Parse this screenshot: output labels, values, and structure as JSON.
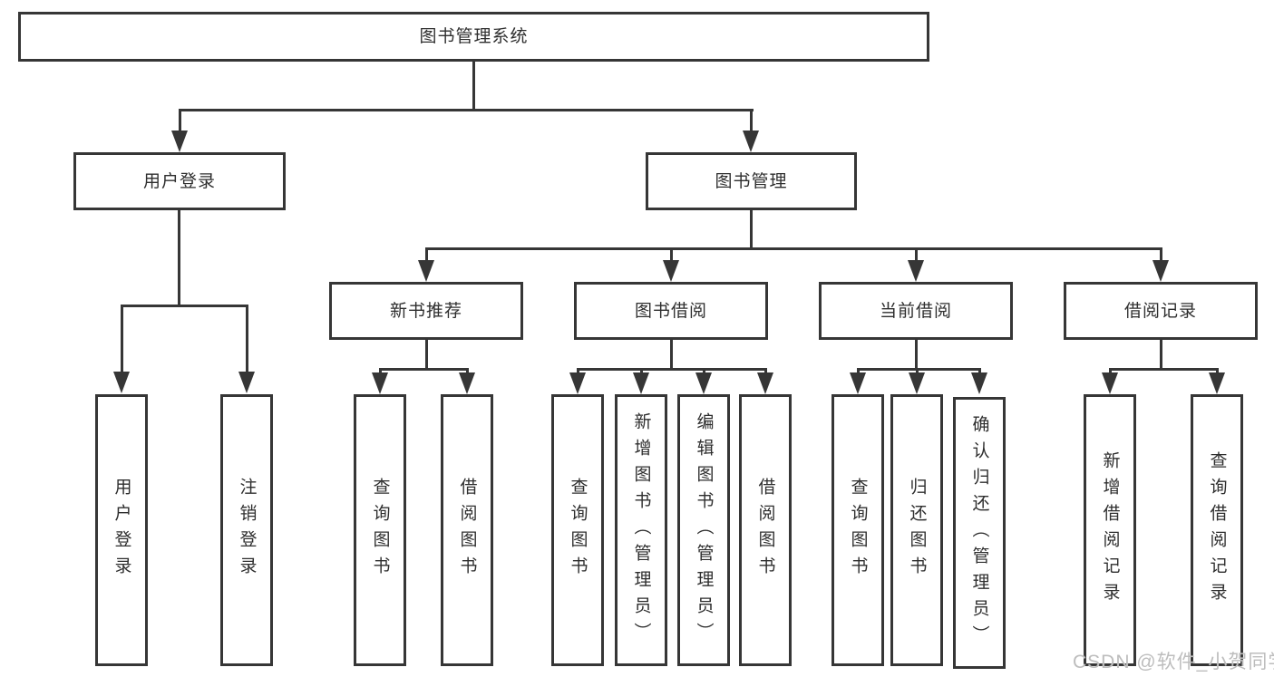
{
  "watermark": "CSDN @软件_小贺同学",
  "colors": {
    "line": "#363636",
    "text": "#2e2e2e",
    "box_bg": "#ffffff",
    "page_bg": "#ffffff",
    "watermark": "#bdbdbd"
  },
  "nodes": {
    "root": "图书管理系统",
    "login": "用户登录",
    "mgmt": "图书管理",
    "newbook": "新书推荐",
    "borrow": "图书借阅",
    "current": "当前借阅",
    "records": "借阅记录",
    "leaf_user_login": "用户登录",
    "leaf_logout": "注销登录",
    "leaf_query_books_newbook": "查询图书",
    "leaf_borrow_books_newbook": "借阅图书",
    "leaf_query_books_borrow": "查询图书",
    "leaf_add_books": "新增图书（管理员）",
    "leaf_edit_books": "编辑图书（管理员）",
    "leaf_borrow_books_borrow": "借阅图书",
    "leaf_query_books_current": "查询图书",
    "leaf_return_books": "归还图书",
    "leaf_confirm_return": "确认归还（管理员）",
    "leaf_add_record": "新增借阅记录",
    "leaf_query_record": "查询借阅记录"
  },
  "edges": [
    [
      "root",
      "login"
    ],
    [
      "root",
      "mgmt"
    ],
    [
      "login",
      "leaf_user_login"
    ],
    [
      "login",
      "leaf_logout"
    ],
    [
      "mgmt",
      "newbook"
    ],
    [
      "mgmt",
      "borrow"
    ],
    [
      "mgmt",
      "current"
    ],
    [
      "mgmt",
      "records"
    ],
    [
      "newbook",
      "leaf_query_books_newbook"
    ],
    [
      "newbook",
      "leaf_borrow_books_newbook"
    ],
    [
      "borrow",
      "leaf_query_books_borrow"
    ],
    [
      "borrow",
      "leaf_add_books"
    ],
    [
      "borrow",
      "leaf_edit_books"
    ],
    [
      "borrow",
      "leaf_borrow_books_borrow"
    ],
    [
      "current",
      "leaf_query_books_current"
    ],
    [
      "current",
      "leaf_return_books"
    ],
    [
      "current",
      "leaf_confirm_return"
    ],
    [
      "records",
      "leaf_add_record"
    ],
    [
      "records",
      "leaf_query_record"
    ]
  ]
}
